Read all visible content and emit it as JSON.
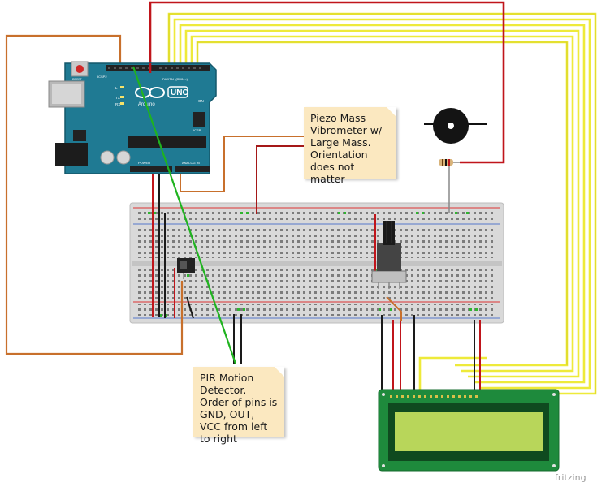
{
  "notes": {
    "piezo": "Piezo Mass Vibrometer w/ Large Mass. Orientation does not matter",
    "pir": "PIR Motion Detector. Order of pins is GND, OUT, VCC from left to right"
  },
  "arduino": {
    "logo": "UNO",
    "brand": "Arduino",
    "header_labels": [
      "DIGITAL (PWM~)",
      "POWER",
      "ANALOG IN"
    ],
    "side_labels": [
      "L",
      "TX",
      "RX",
      "ON",
      "ICSP2",
      "ICSP",
      "RESET"
    ]
  },
  "watermark": "fritzing",
  "colors": {
    "board": "#1f7a93",
    "wire_red": "#c0151b",
    "wire_orange": "#c8702c",
    "wire_yellow": "#eeea3a",
    "wire_green": "#1fb31f",
    "wire_black": "#1a1a1a",
    "lcd_screen": "#b8d65a",
    "lcd_pcb": "#1e8a3c",
    "note_bg": "#fbe8c0"
  }
}
